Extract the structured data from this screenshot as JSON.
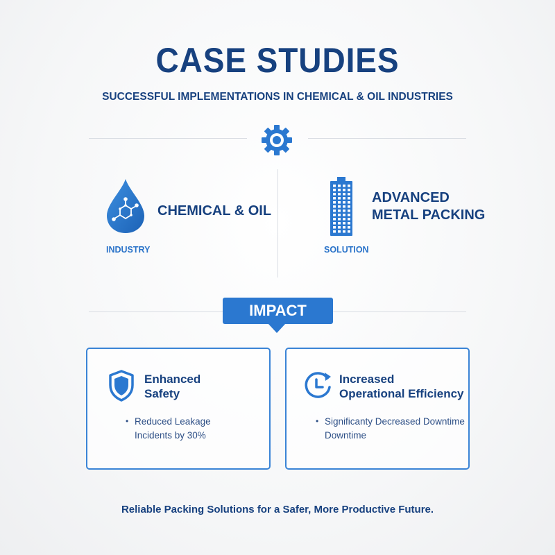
{
  "header": {
    "title": "CASE STUDIES",
    "subtitle": "SUCCESSFUL IMPLEMENTATIONS IN CHEMICAL & OIL INDUSTRIES"
  },
  "industry": {
    "label": "CHEMICAL & OIL",
    "caption": "INDUSTRY",
    "icon": "oil-drop-molecule-icon"
  },
  "solution": {
    "label_line1": "ADVANCED",
    "label_line2": "METAL PACKING",
    "caption": "SOLUTION",
    "icon": "building-icon"
  },
  "impact": {
    "badge": "IMPACT"
  },
  "cards": [
    {
      "title_line1": "Enhanced",
      "title_line2": "Safety",
      "bullet": "•",
      "text_line1": "Reduced Leakage",
      "text_line2": "Incidents by 30%",
      "icon": "shield-icon"
    },
    {
      "title_line1": "Increased",
      "title_line2": "Operational Efficiency",
      "bullet": "•",
      "text_line1": "Significanty Decreased Downtime",
      "text_line2": "Downtime",
      "icon": "clock-refresh-icon"
    }
  ],
  "footer": "Reliable Packing Solutions for a Safer, More Productive Future.",
  "colors": {
    "navy": "#17417f",
    "accent": "#2b78d0"
  }
}
